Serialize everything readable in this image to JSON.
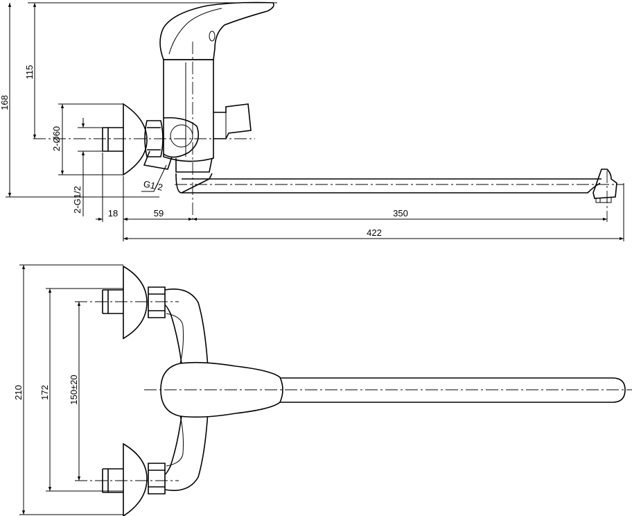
{
  "side_view": {
    "dims": {
      "height_total": "168",
      "height_handle": "115",
      "inlet_diameter": "2-Ø60",
      "inlet_thread": "2-G1/2",
      "nut_thread": "G1/2",
      "offset": "18",
      "body_depth": "59",
      "spout_length": "350",
      "overall_length": "422"
    }
  },
  "top_view": {
    "dims": {
      "height_total": "210",
      "height_escutcheons": "172",
      "inlet_spacing": "150±20"
    }
  }
}
